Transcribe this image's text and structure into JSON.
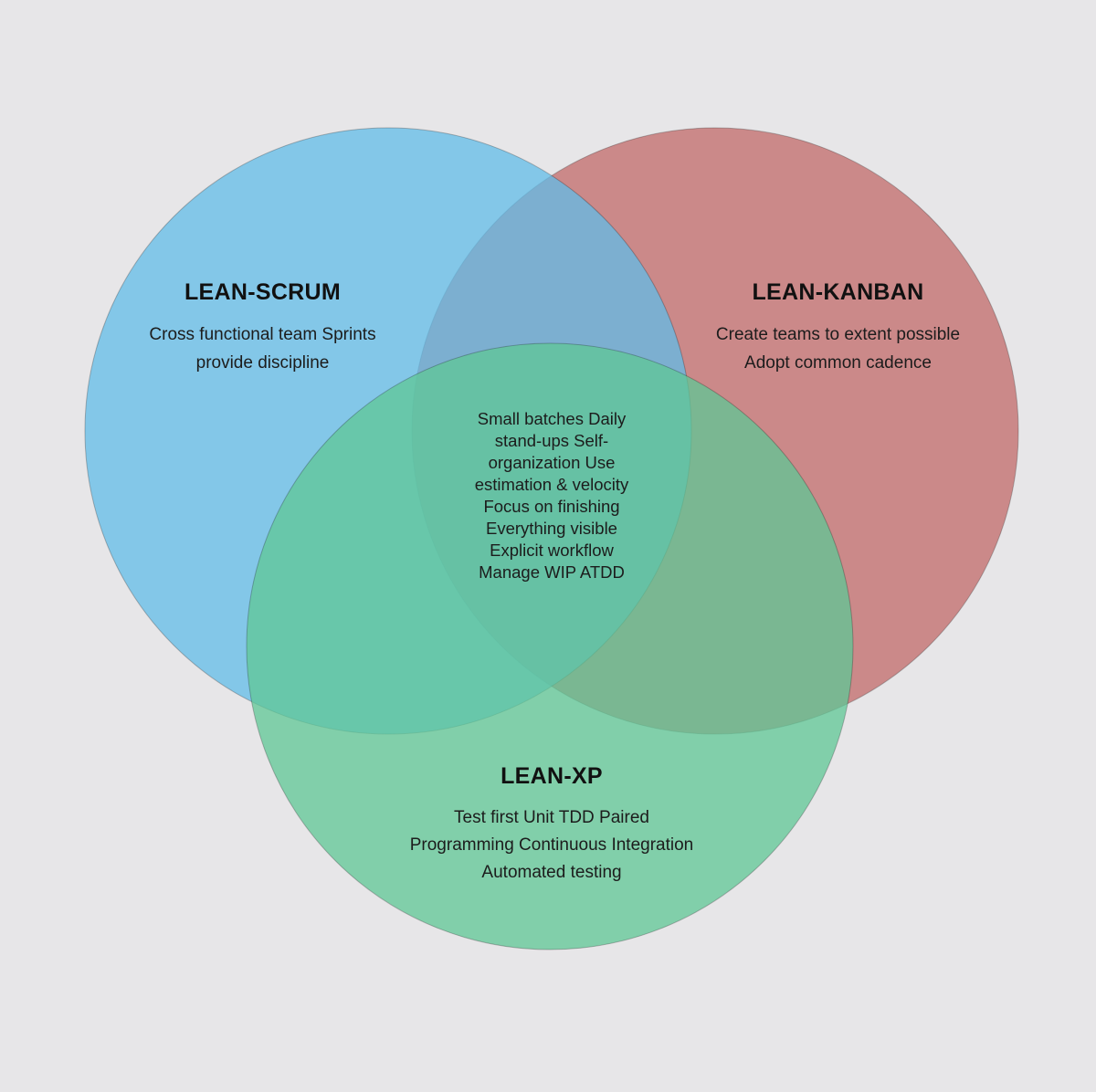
{
  "colors": {
    "background": "#e7e6e8",
    "scrum_blue": "#62bce8",
    "kanban_red": "#c26a6a",
    "xp_green": "#5fc795",
    "text": "#161616"
  },
  "diagram": {
    "type": "venn",
    "sets": [
      {
        "id": "lean-scrum",
        "title": "LEAN-SCRUM",
        "color": "#62bce8",
        "lines": [
          "Cross functional team Sprints",
          "provide discipline"
        ]
      },
      {
        "id": "lean-kanban",
        "title": "LEAN-KANBAN",
        "color": "#c26a6a",
        "lines": [
          "Create teams to extent possible",
          "Adopt common cadence"
        ]
      },
      {
        "id": "lean-xp",
        "title": "LEAN-XP",
        "color": "#5fc795",
        "lines": [
          "Test first Unit TDD Paired",
          "Programming Continuous Integration",
          "Automated testing"
        ]
      }
    ],
    "intersection": {
      "lines": [
        "Small batches Daily",
        "stand-ups Self-",
        "organization Use",
        "estimation & velocity",
        "Focus on finishing",
        "Everything visible",
        "Explicit workflow",
        "Manage WIP ATDD"
      ]
    }
  }
}
